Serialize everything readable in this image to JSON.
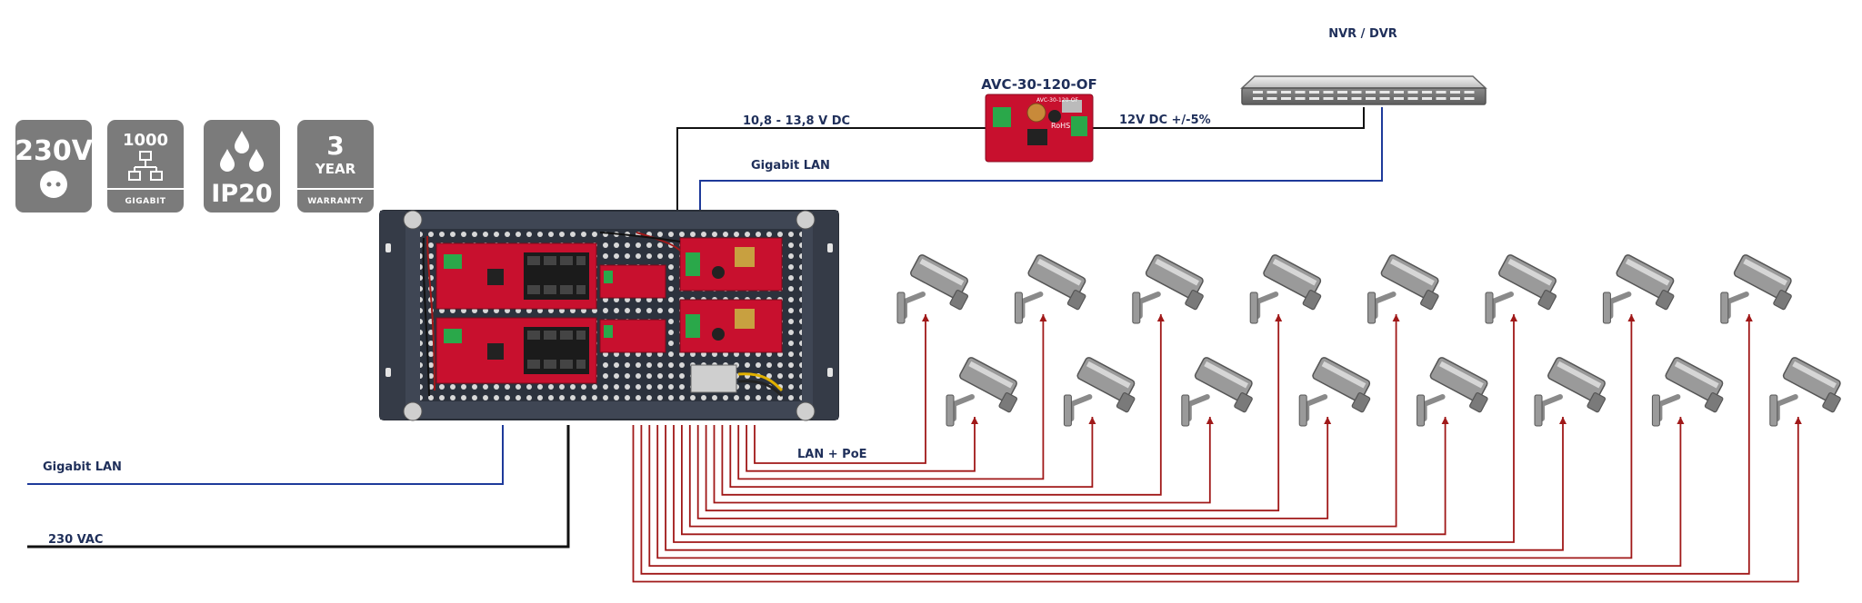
{
  "badges": [
    {
      "icon": "power-socket-icon",
      "top": "230V",
      "bottom": ""
    },
    {
      "icon": "network-icon",
      "top": "1000",
      "bottom": "GIGABIT"
    },
    {
      "icon": "water-drops-icon",
      "top": "IP20",
      "bottom": ""
    },
    {
      "icon": "warranty-icon",
      "top": "3",
      "middle": "YEAR",
      "bottom": "WARRANTY"
    }
  ],
  "labels": {
    "nvr": "NVR / DVR",
    "converter": "AVC-30-120-OF",
    "converter_board_text": "AVC-30-120-OF",
    "converter_rohs": "RoHS",
    "input_voltage": "10,8 - 13,8 V DC",
    "output_voltage": "12V DC +/-5%",
    "gigabit_lan_top": "Gigabit LAN",
    "gigabit_lan_left": "Gigabit LAN",
    "ac_input": "230 VAC",
    "lan_poe": "LAN + PoE"
  },
  "colors": {
    "badge_gray": "#7b7b7b",
    "rack_dark": "#3f4654",
    "pcb_red": "#c8102e",
    "lan_blue": "#1e3a9a",
    "poe_red": "#a01818",
    "dc_black": "#111111",
    "label_navy": "#1f2f5a"
  },
  "camera_count": 16
}
